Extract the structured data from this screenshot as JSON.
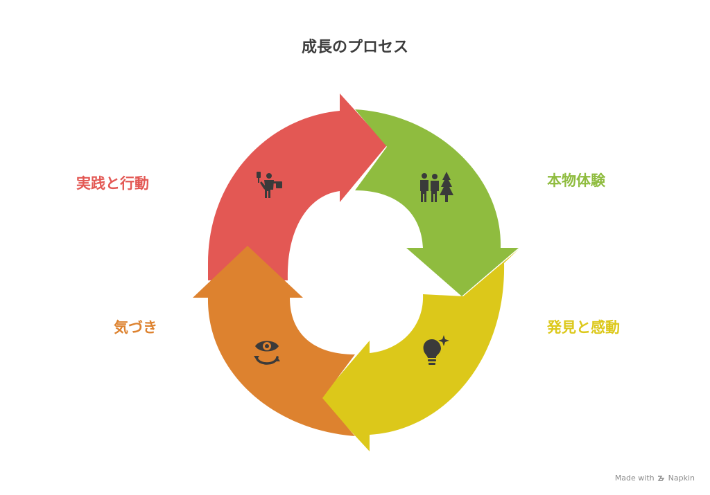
{
  "title": "成長のプロセス",
  "stages": [
    {
      "id": "practice",
      "label": "実践と行動",
      "icon": "person-with-sign-icon",
      "color": "#e35854"
    },
    {
      "id": "real-experience",
      "label": "本物体験",
      "icon": "people-and-tree-icon",
      "color": "#8fbc3f"
    },
    {
      "id": "discovery",
      "label": "発見と感動",
      "icon": "lightbulb-sparkle-icon",
      "color": "#dcc81a"
    },
    {
      "id": "awareness",
      "label": "気づき",
      "icon": "eye-cycle-icon",
      "color": "#dd822f"
    }
  ],
  "footer": {
    "text": "Made with",
    "brand": "Napkin"
  }
}
